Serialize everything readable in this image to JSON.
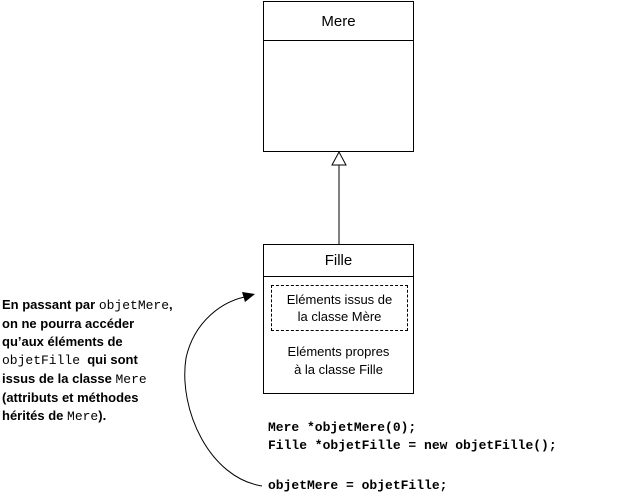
{
  "classes": {
    "parent": {
      "name": "Mere"
    },
    "child": {
      "name": "Fille",
      "inherited_line1": "Eléments issus de",
      "inherited_line2": "la classe Mère",
      "own_line1": "Eléments propres",
      "own_line2": "à la classe Fille"
    }
  },
  "note": {
    "l1_a": "En passant par ",
    "l1_code": "objetMere",
    "l1_b": ",",
    "l2": "on ne pourra accéder",
    "l3": "qu’aux éléments de",
    "l4_code": "objetFille",
    "l4_b": "  qui sont",
    "l5_a": "issus de la classe ",
    "l5_code": "Mere",
    "l6": "(attributs et méthodes",
    "l7_a": "hérités de ",
    "l7_code": "Mere",
    "l7_b": ")."
  },
  "code": {
    "line1": "Mere *objetMere(0);",
    "line2": "Fille *objetFille = new objetFille();",
    "line3": "objetMere = objetFille;"
  }
}
